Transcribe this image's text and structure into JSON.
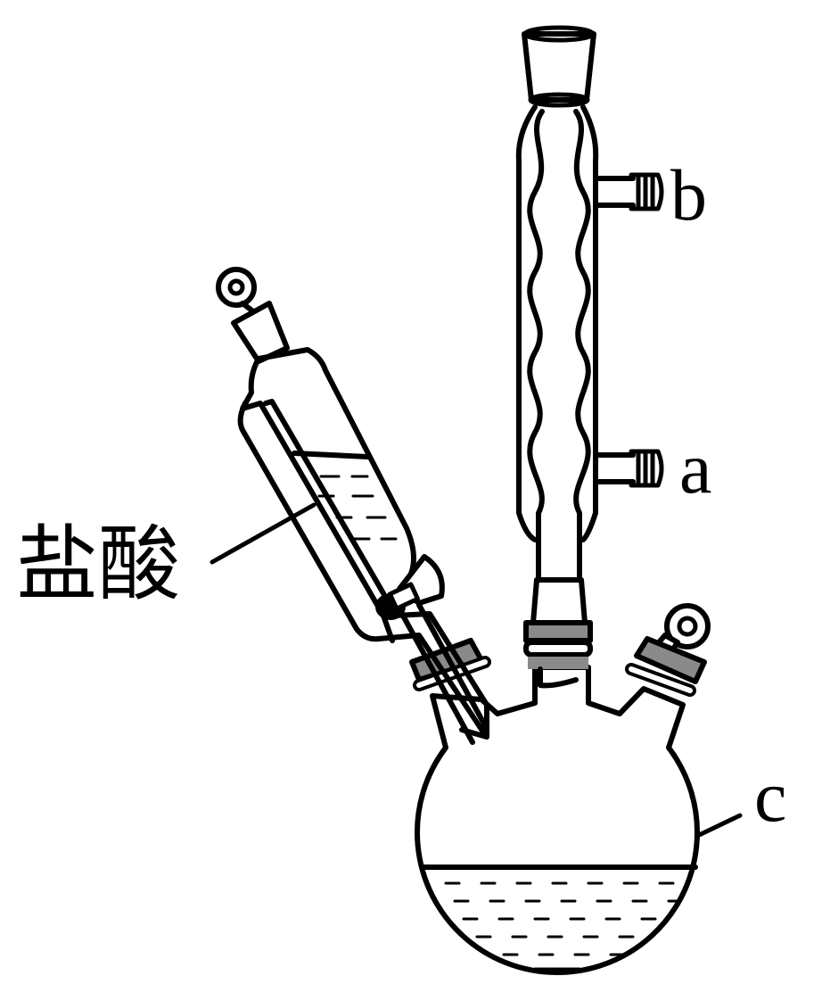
{
  "labels": {
    "b": "b",
    "a": "a",
    "c": "c",
    "hcl": "盐酸"
  },
  "colors": {
    "line": "#000000",
    "clamp": "#8a8a8a",
    "background": "#ffffff"
  }
}
